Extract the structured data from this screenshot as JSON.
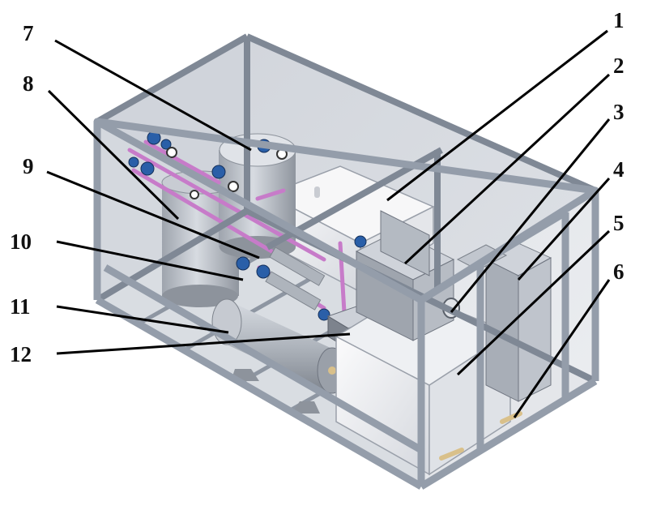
{
  "figure": {
    "callouts": [
      {
        "label": "1"
      },
      {
        "label": "2"
      },
      {
        "label": "3"
      },
      {
        "label": "4"
      },
      {
        "label": "5"
      },
      {
        "label": "6"
      },
      {
        "label": "7"
      },
      {
        "label": "8"
      },
      {
        "label": "9"
      },
      {
        "label": "10"
      },
      {
        "label": "11"
      },
      {
        "label": "12"
      }
    ]
  },
  "colors": {
    "frame": "#9aa3b0",
    "frame_dark": "#6f7784",
    "panel": "#c9cfd8",
    "tank_light": "#eceef2",
    "pipe": "#c77bc9",
    "valve": "#2a5fa8"
  }
}
